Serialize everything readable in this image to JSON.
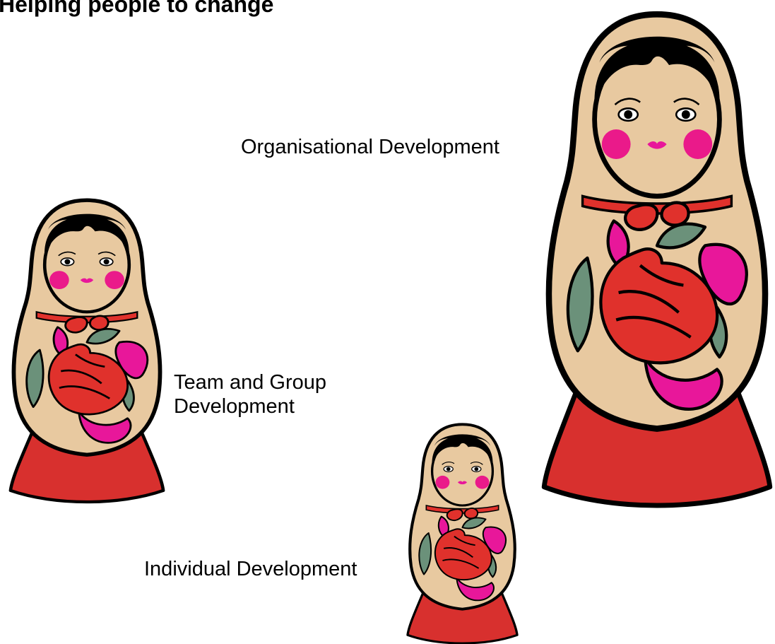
{
  "title": "Helping people to change",
  "dolls": [
    {
      "id": "large",
      "label_lines": [
        "Organisational Development"
      ]
    },
    {
      "id": "medium",
      "label_lines": [
        "Team and Group",
        "Development"
      ]
    },
    {
      "id": "small",
      "label_lines": [
        "Individual Development"
      ]
    }
  ],
  "colors": {
    "outline": "#000000",
    "face": "#e8c9a0",
    "base_red": "#d8302e",
    "petal_red": "#e0312c",
    "flower_pink": "#e8179a",
    "leaf_green": "#6b917a",
    "cheek": "#ea1a8a"
  }
}
